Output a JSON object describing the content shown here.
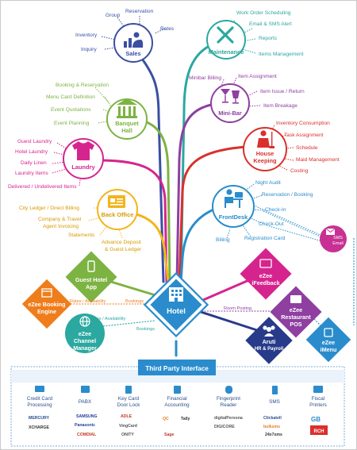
{
  "hotel": {
    "title": "Hotel"
  },
  "modules": {
    "sales": {
      "title": "Sales",
      "items": [
        "Group",
        "Reservation",
        "Rates",
        "Inventory",
        "Inquiry"
      ]
    },
    "maintenance": {
      "title": "Maintenance",
      "items": [
        "Work Order Scheduling",
        "Email & SMS Alert",
        "Reports",
        "Items Management"
      ]
    },
    "banquet_hall": {
      "title_line1": "Banquet",
      "title_line2": "Hall",
      "items": [
        "Booking & Reservation",
        "Menu Card Definition",
        "Event Quotations",
        "Event Planning"
      ]
    },
    "minibar": {
      "title": "Mini-Bar",
      "items": [
        "Minibar Billing",
        "Item Assignment",
        "Item Issue / Return",
        "Item Breakage"
      ]
    },
    "laundry": {
      "title": "Laundry",
      "items": [
        "Guest Laundry",
        "Hotel Laundry",
        "Daily Linen",
        "Laundry Items",
        "Delivered / Undelivered Items"
      ]
    },
    "housekeeping": {
      "title_line1": "House",
      "title_line2": "Keeping",
      "items": [
        "Inventory Consumption",
        "Task Assignment",
        "Schedule",
        "Maid Management",
        "Costing"
      ]
    },
    "back_office": {
      "title": "Back Office",
      "items": [
        "City Ledger / Direct Billing",
        "Company & Travel",
        "Agent Invoicing",
        "Statements",
        "Advance Deposit",
        "& Guest Ledger"
      ]
    },
    "frontdesk": {
      "title": "FrontDesk",
      "items": [
        "Night Audit",
        "Reservation / Booking",
        "Check-In",
        "Check-Out",
        "Billing",
        "Registration Card"
      ]
    }
  },
  "sms_email": {
    "line1": "SMS",
    "line2": "Email"
  },
  "satellites": {
    "guest_hotel_app": {
      "line1": "Guest Hotel",
      "line2": "App"
    },
    "booking_engine": {
      "line1": "eZee Booking",
      "line2": "Engine"
    },
    "channel_manager": {
      "line1": "eZee",
      "line2": "Channel",
      "line3": "Manager"
    },
    "ifeedback": {
      "line1": "eZee",
      "line2": "iFeedback"
    },
    "restaurant_pos": {
      "line1": "eZee",
      "line2": "Restaurant",
      "line3": "POS"
    },
    "aruti": {
      "line1": "Aruti",
      "line2": "HR & Payroll"
    },
    "imenu": {
      "line1": "eZee",
      "line2": "iMenu"
    }
  },
  "hotel_links": {
    "rates_availability": "Rates / Availability",
    "bookings": "Bookings",
    "room_posting": "Room Posting"
  },
  "third_party": {
    "title": "Third Party Interface",
    "items": [
      {
        "line1": "Credit Card",
        "line2": "Processing"
      },
      {
        "line1": "PABX"
      },
      {
        "line1": "Key Card",
        "line2": "Door Lock"
      },
      {
        "line1": "Financial",
        "line2": "Accounting"
      },
      {
        "line1": "Fingerprint",
        "line2": "Reader"
      },
      {
        "line1": "SMS"
      },
      {
        "line1": "Fiscal",
        "line2": "Printers"
      }
    ]
  },
  "partner_logos": [
    "MERCURY",
    "XCHARGE",
    "SAMSUNG",
    "Panasonic",
    "COMDIAL",
    "ADLE",
    "VingCard",
    "ONITY",
    "QC",
    "Tally",
    "Sage",
    "digitalPersona",
    "DIGICORE",
    "Clickatell",
    "bulksms",
    "24x7sms",
    "GB",
    "RCH"
  ]
}
